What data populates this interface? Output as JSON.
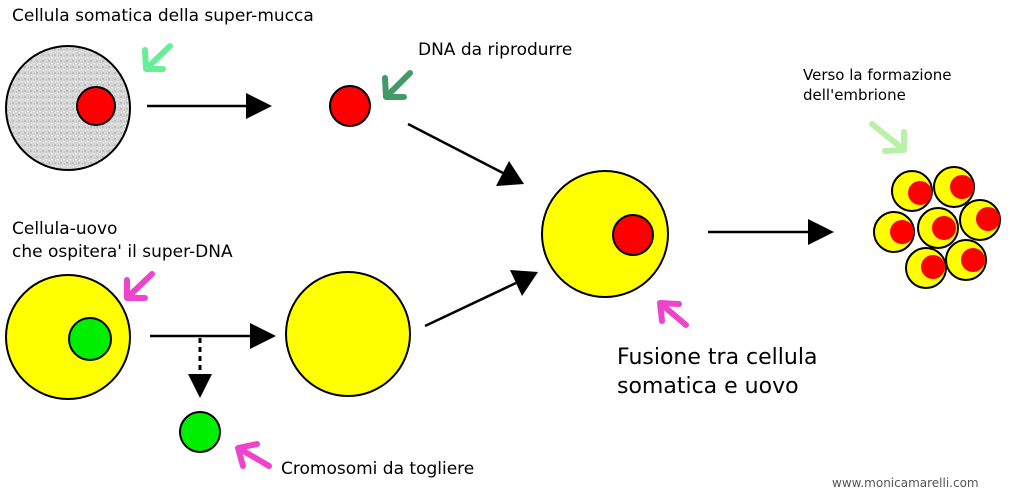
{
  "labels": {
    "somatic_cell": "Cellula somatica della super-mucca",
    "dna": "DNA da riprodurre",
    "egg_cell_line1": "Cellula-uovo",
    "egg_cell_line2": "che ospitera' il super-DNA",
    "chromosomes": "Cromosomi da togliere",
    "fusion_line1": "Fusione tra cellula",
    "fusion_line2": "somatica e uovo",
    "embryo_line1": "Verso la formazione",
    "embryo_line2": "dell'embrione",
    "credit": "www.monicamarelli.com"
  },
  "colors": {
    "cell_yellow": "#ffff00",
    "nucleus_red": "#ff0000",
    "nucleus_green": "#00ee00",
    "somatic_gray": "#d9d9d9",
    "arrow_black": "#000000",
    "pointer_light_green": "#66ee99",
    "pointer_dark_green": "#449966",
    "pointer_pale_green": "#bbf0a8",
    "pointer_magenta": "#ee44cc"
  },
  "icons": {
    "flow_arrow": "arrow-right-icon",
    "pointer": "pointer-arrow-icon",
    "dashed_arrow": "dashed-arrow-down-icon"
  }
}
